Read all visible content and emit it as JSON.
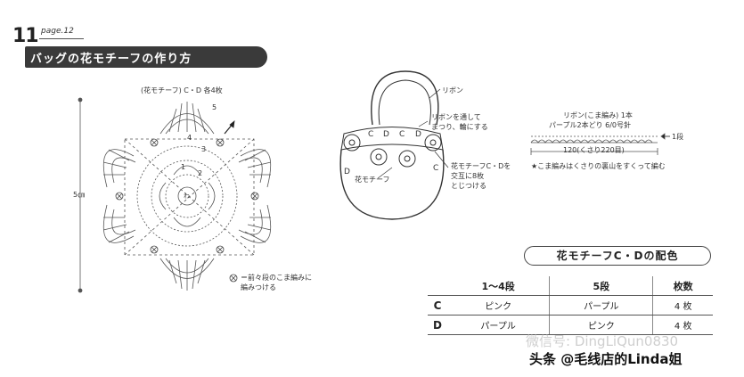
{
  "header": {
    "page_number": "11",
    "page_label": "page.12",
    "title": "バッグの花モチーフの作り方"
  },
  "motif": {
    "caption": "(花モチーフ) C・D 各4枚",
    "size_label": "5㎝",
    "round_labels": [
      "1",
      "2",
      "3",
      "4",
      "5"
    ],
    "center_mark": "わ",
    "note": "＝前々段のこま編みに\n編みつける"
  },
  "bag": {
    "ribbon_label": "リボン",
    "ribbon_through": "リボンを通して\nまつり、輪にする",
    "cd_letters": [
      "C",
      "D",
      "C",
      "D"
    ],
    "side_letters": [
      "D",
      "C"
    ],
    "motif_label": "花モチーフ",
    "motif_note": "花モチーフC・Dを\n交互に8枚\nとじつける"
  },
  "ribbon": {
    "title": "リボン(こま編み) 1本",
    "yarn": "パープル2本どり 6/0号針",
    "row_label": "1段",
    "chain_label": "120(くさり220目)",
    "note": "★こま編みはくさりの裏山をすくって編む"
  },
  "color_table": {
    "title": "花モチーフC・Dの配色",
    "headers": [
      "",
      "1～4段",
      "5段",
      "枚数"
    ],
    "rows": [
      [
        "C",
        "ピンク",
        "パープル",
        "4 枚"
      ],
      [
        "D",
        "パープル",
        "ピンク",
        "4 枚"
      ]
    ]
  },
  "watermark": {
    "line1": "微信号: DingLiQun0830",
    "line2": "头条 @毛线店的Linda姐"
  }
}
